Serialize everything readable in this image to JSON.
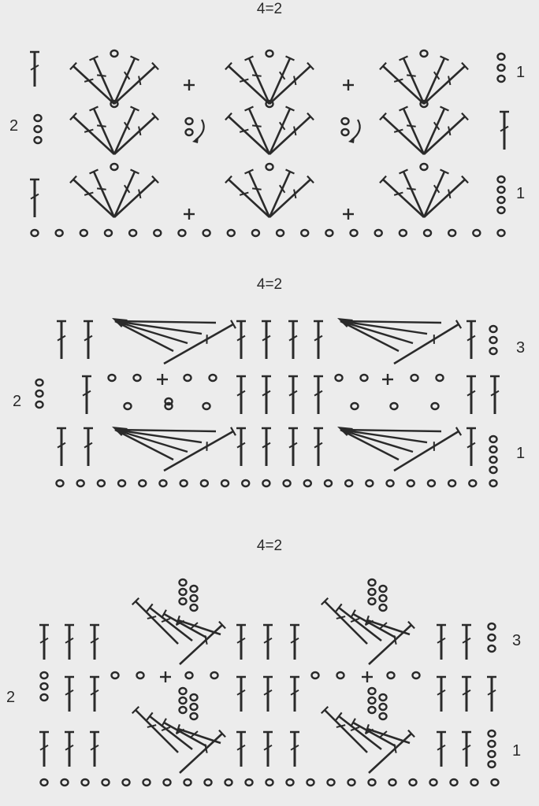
{
  "colors": {
    "background": "#ececec",
    "ink": "#2a2a2a",
    "ink_light": "#6a6a6a"
  },
  "diagrams": [
    {
      "formula": "4=2",
      "row_labels": {
        "right_top": "1",
        "left_mid": "2",
        "right_bottom": "1"
      }
    },
    {
      "formula": "4=2",
      "row_labels": {
        "right_top": "3",
        "left_mid": "2",
        "right_bottom": "1"
      }
    },
    {
      "formula": "4=2",
      "row_labels": {
        "right_top": "3",
        "left_mid": "2",
        "right_bottom": "1"
      }
    }
  ]
}
